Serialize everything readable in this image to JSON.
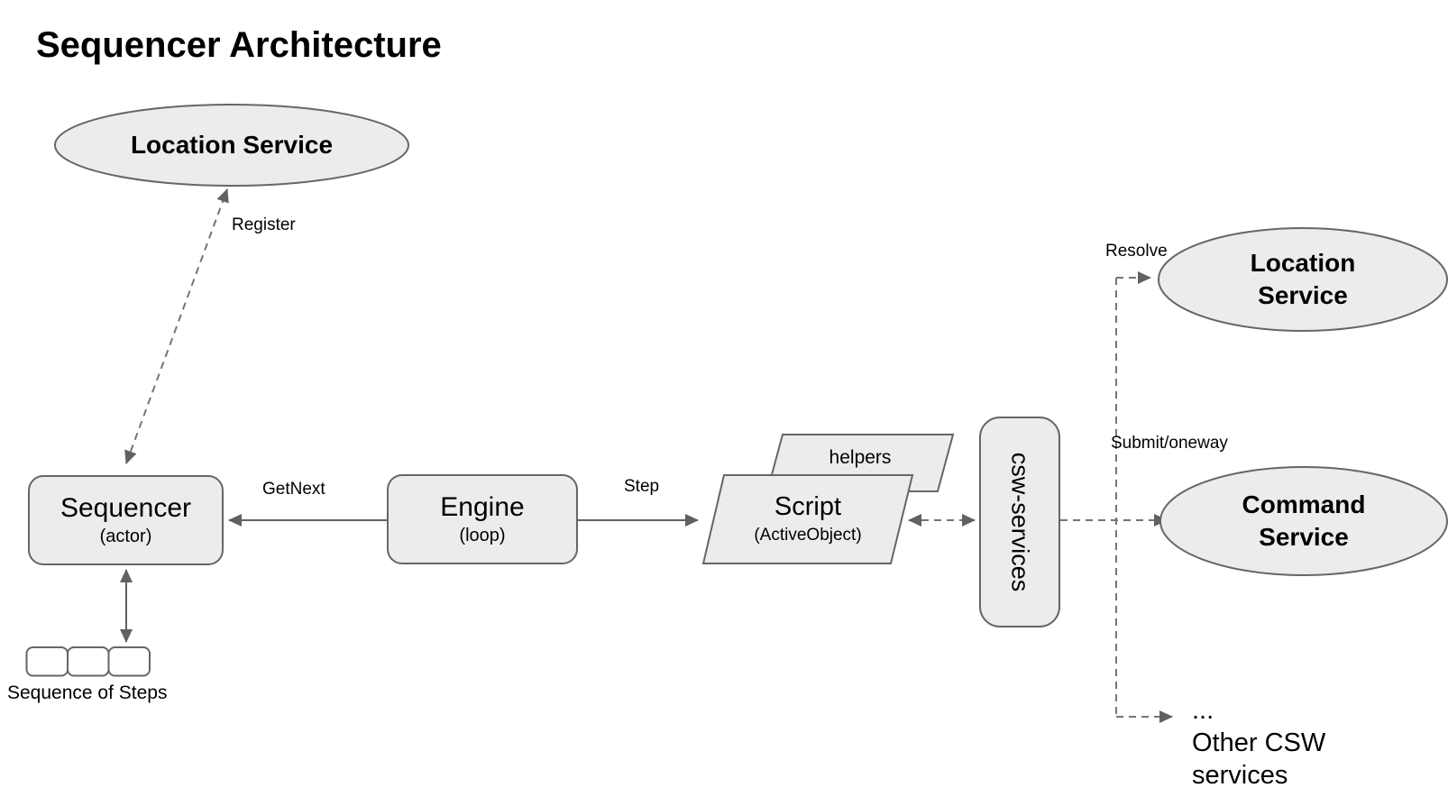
{
  "title": "Sequencer Architecture",
  "nodes": {
    "location_service_top": "Location Service",
    "sequencer": {
      "title": "Sequencer",
      "subtitle": "(actor)"
    },
    "engine": {
      "title": "Engine",
      "subtitle": "(loop)"
    },
    "script": {
      "title": "Script",
      "subtitle": "(ActiveObject)"
    },
    "helpers": "helpers",
    "csw_services": "csw-services",
    "location_service_right": "Location Service",
    "command_service": "Command Service",
    "other_csw_ellipsis": "...",
    "other_csw": "Other CSW services"
  },
  "labels": {
    "register": "Register",
    "getnext": "GetNext",
    "step": "Step",
    "resolve": "Resolve",
    "submit_oneway": "Submit/oneway",
    "sequence_of_steps": "Sequence of Steps"
  },
  "colors": {
    "node_fill": "#ececec",
    "node_border": "#666666",
    "arrow_solid": "#616161",
    "arrow_dashed": "#757575",
    "text": "#000000",
    "background": "#ffffff"
  }
}
